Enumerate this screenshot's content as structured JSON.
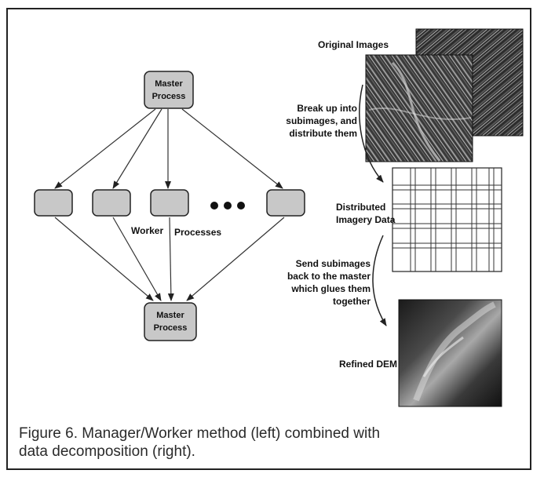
{
  "diagram": {
    "master_top": [
      "Master",
      "Process"
    ],
    "master_bottom": [
      "Master",
      "Process"
    ],
    "worker_label_a": "Worker",
    "worker_label_b": "Processes",
    "original_images_label": "Original Images",
    "break_up_text": [
      "Break up into",
      "subimages, and",
      "distribute them"
    ],
    "distributed_label": [
      "Distributed",
      "Imagery Data"
    ],
    "send_back_text": [
      "Send subimages",
      "back to the master",
      "which glues them",
      "together"
    ],
    "refined_dem_label": "Refined DEM"
  },
  "caption": {
    "line1": "Figure 6. Manager/Worker method (left) combined with",
    "line2": "data decomposition (right)."
  }
}
